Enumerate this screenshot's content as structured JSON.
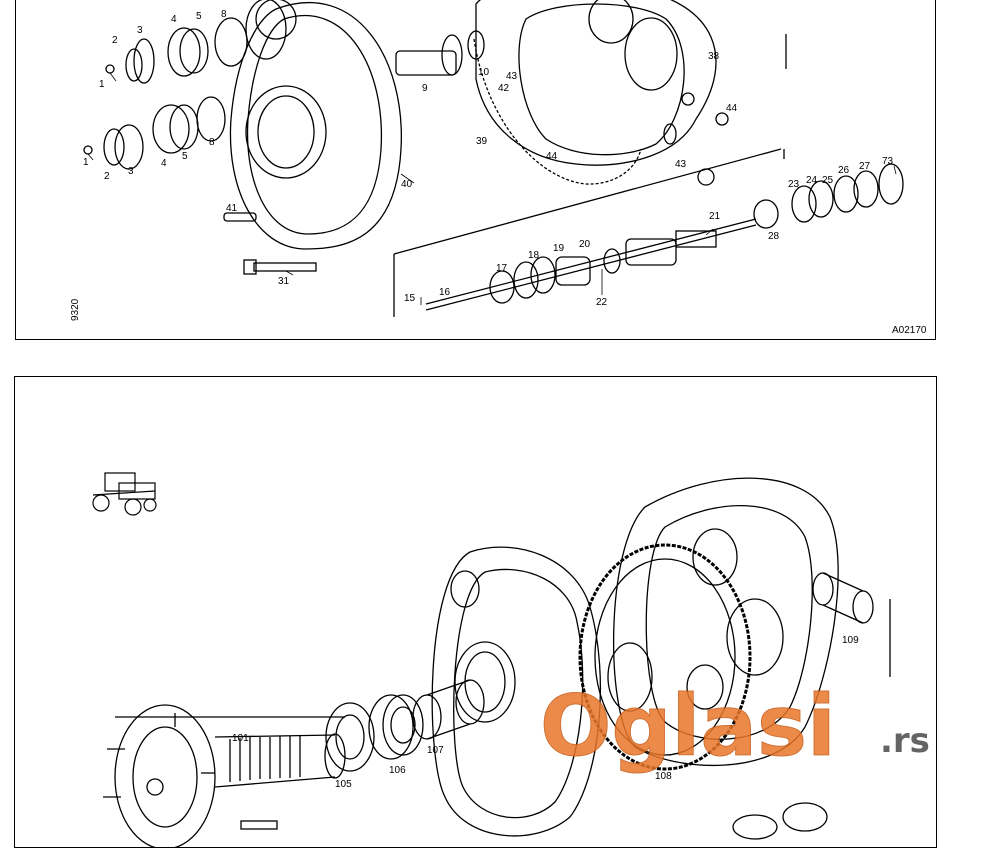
{
  "top_diagram": {
    "code": "A02170",
    "side_number": "9320",
    "part_labels": [
      "1",
      "2",
      "3",
      "4",
      "5",
      "8",
      "1",
      "2",
      "3",
      "4",
      "5",
      "8",
      "9",
      "10",
      "38",
      "39",
      "40",
      "41",
      "42",
      "43",
      "43",
      "44",
      "44",
      "31",
      "15",
      "16",
      "17",
      "18",
      "19",
      "20",
      "21",
      "22",
      "23",
      "24",
      "25",
      "26",
      "27",
      "28",
      "73"
    ]
  },
  "bottom_diagram": {
    "part_labels": [
      "101",
      "105",
      "106",
      "107",
      "108",
      "109"
    ]
  },
  "watermark": {
    "text": "Oglasi",
    "suffix": ".rs",
    "color": "#e8762a"
  }
}
